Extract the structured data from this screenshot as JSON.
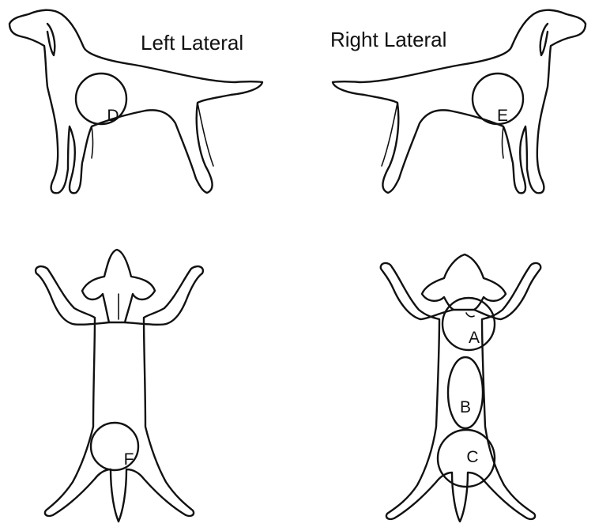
{
  "views": {
    "left_lateral": {
      "label": "Left Lateral",
      "marker": "D"
    },
    "right_lateral": {
      "label": "Right Lateral",
      "marker": "E"
    },
    "dorsal": {
      "marker": "F"
    },
    "ventral": {
      "markers": [
        "A",
        "B",
        "C"
      ]
    }
  }
}
